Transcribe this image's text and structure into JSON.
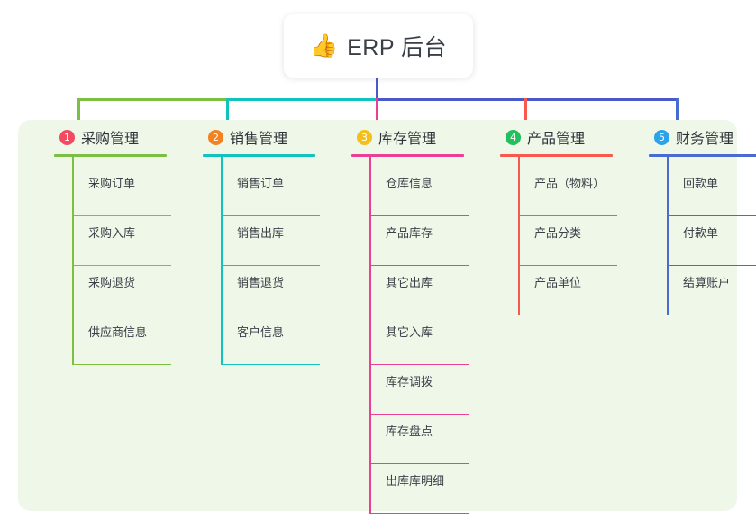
{
  "root": {
    "icon": "thumbs-up-icon",
    "icon_glyph": "👍",
    "title": "ERP 后台"
  },
  "colors": {
    "panel_bg": "#eef7e8",
    "purchase": "#7cbf43",
    "sales": "#10c4bd",
    "inventory": "#ea3f95",
    "product": "#f8594f",
    "finance": "#4a6cd0",
    "trunk": "#4a58c8",
    "badge_1": "#f44a61",
    "badge_2": "#f58220",
    "badge_3": "#f5bf19",
    "badge_4": "#23bf5c",
    "badge_5": "#29a3ea"
  },
  "columns": [
    {
      "index": "1",
      "title": "采购管理",
      "color": "#7cbf43",
      "badge_color": "#f44a61",
      "items": [
        "采购订单",
        "采购入库",
        "采购退货",
        "供应商信息"
      ]
    },
    {
      "index": "2",
      "title": "销售管理",
      "color": "#10c4bd",
      "badge_color": "#f58220",
      "items": [
        "销售订单",
        "销售出库",
        "销售退货",
        "客户信息"
      ]
    },
    {
      "index": "3",
      "title": "库存管理",
      "color": "#ea3f95",
      "badge_color": "#f5bf19",
      "items": [
        "仓库信息",
        "产品库存",
        "其它出库",
        "其它入库",
        "库存调拨",
        "库存盘点",
        "出库库明细"
      ]
    },
    {
      "index": "4",
      "title": "产品管理",
      "color": "#f8594f",
      "badge_color": "#23bf5c",
      "items": [
        "产品（物料）",
        "产品分类",
        "产品单位"
      ]
    },
    {
      "index": "5",
      "title": "财务管理",
      "color": "#4a6cd0",
      "badge_color": "#29a3ea",
      "items": [
        "回款单",
        "付款单",
        "结算账户"
      ]
    }
  ]
}
